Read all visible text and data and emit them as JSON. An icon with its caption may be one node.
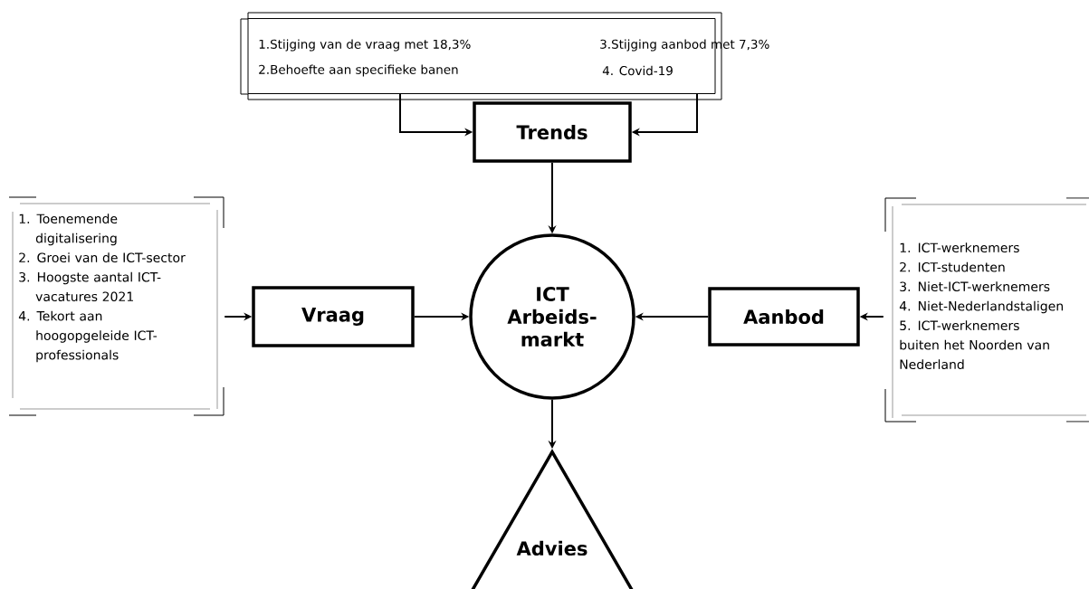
{
  "diagram": {
    "nodes": [
      {
        "text": [
          "1.Stijging van de vraag met 18,3%",
          "2.Behoefte aan specifieke banen",
          "3.Stijging aanbod met 7,3%",
          "4. Covid-19"
        ]
      },
      {
        "text": [
          "Trends"
        ]
      },
      {
        "text": [
          "1. Toenemende digitalisering",
          "2. Groei van de ICT-sector",
          "3. Hoogste aantal ICT-vacatures 2021",
          "4. Tekort aan hoogopgeleide ICT-professionals"
        ]
      },
      {
        "text": [
          "Vraag"
        ]
      },
      {
        "text": [
          "ICT Arbeids- markt"
        ]
      },
      {
        "text": [
          "Aanbod"
        ]
      },
      {
        "text": [
          "1. ICT-werknemers",
          "2. ICT-studenten",
          "3. Niet-ICT-werknemers",
          "4. Niet-Nederlandstaligen",
          "5. ICT-werknemers buiten het Noorden van Nederland"
        ]
      },
      {
        "text": [
          "Advies"
        ]
      }
    ],
    "edges": [
      {
        "from": 0,
        "to": 1,
        "arrow": "to"
      },
      {
        "from": 0,
        "to": 1,
        "arrow": "to"
      },
      {
        "from": 1,
        "to": 4,
        "arrow": "to"
      },
      {
        "from": 2,
        "to": 3,
        "arrow": "to"
      },
      {
        "from": 3,
        "to": 4,
        "arrow": "to"
      },
      {
        "from": 5,
        "to": 4,
        "arrow": "to"
      },
      {
        "from": 6,
        "to": 5,
        "arrow": "to"
      },
      {
        "from": 4,
        "to": 7,
        "arrow": "to"
      }
    ]
  }
}
